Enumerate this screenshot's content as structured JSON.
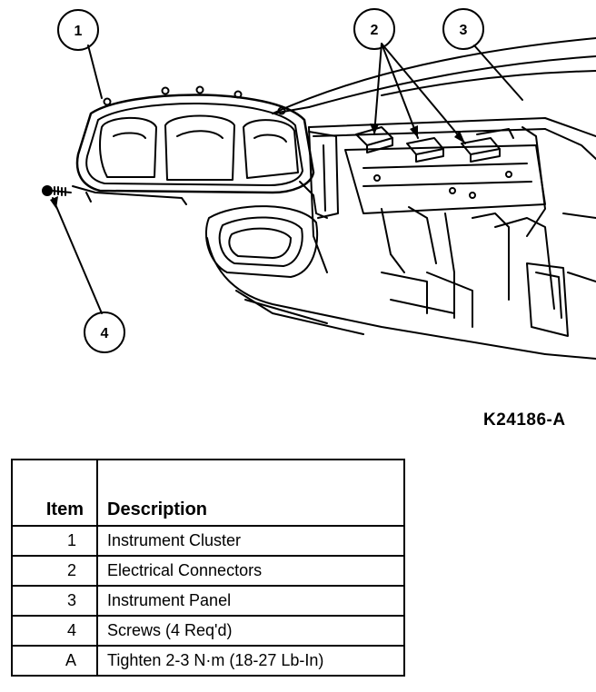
{
  "figure": {
    "id_label": "K24186-A",
    "callouts": [
      "1",
      "2",
      "3",
      "4"
    ]
  },
  "legend": {
    "headers": {
      "item": "Item",
      "description": "Description"
    },
    "rows": [
      {
        "item": "1",
        "description": "Instrument Cluster"
      },
      {
        "item": "2",
        "description": "Electrical Connectors"
      },
      {
        "item": "3",
        "description": "Instrument Panel"
      },
      {
        "item": "4",
        "description": "Screws (4 Req'd)"
      },
      {
        "item": "A",
        "description": "Tighten 2-3 N·m (18-27 Lb-In)"
      }
    ]
  }
}
